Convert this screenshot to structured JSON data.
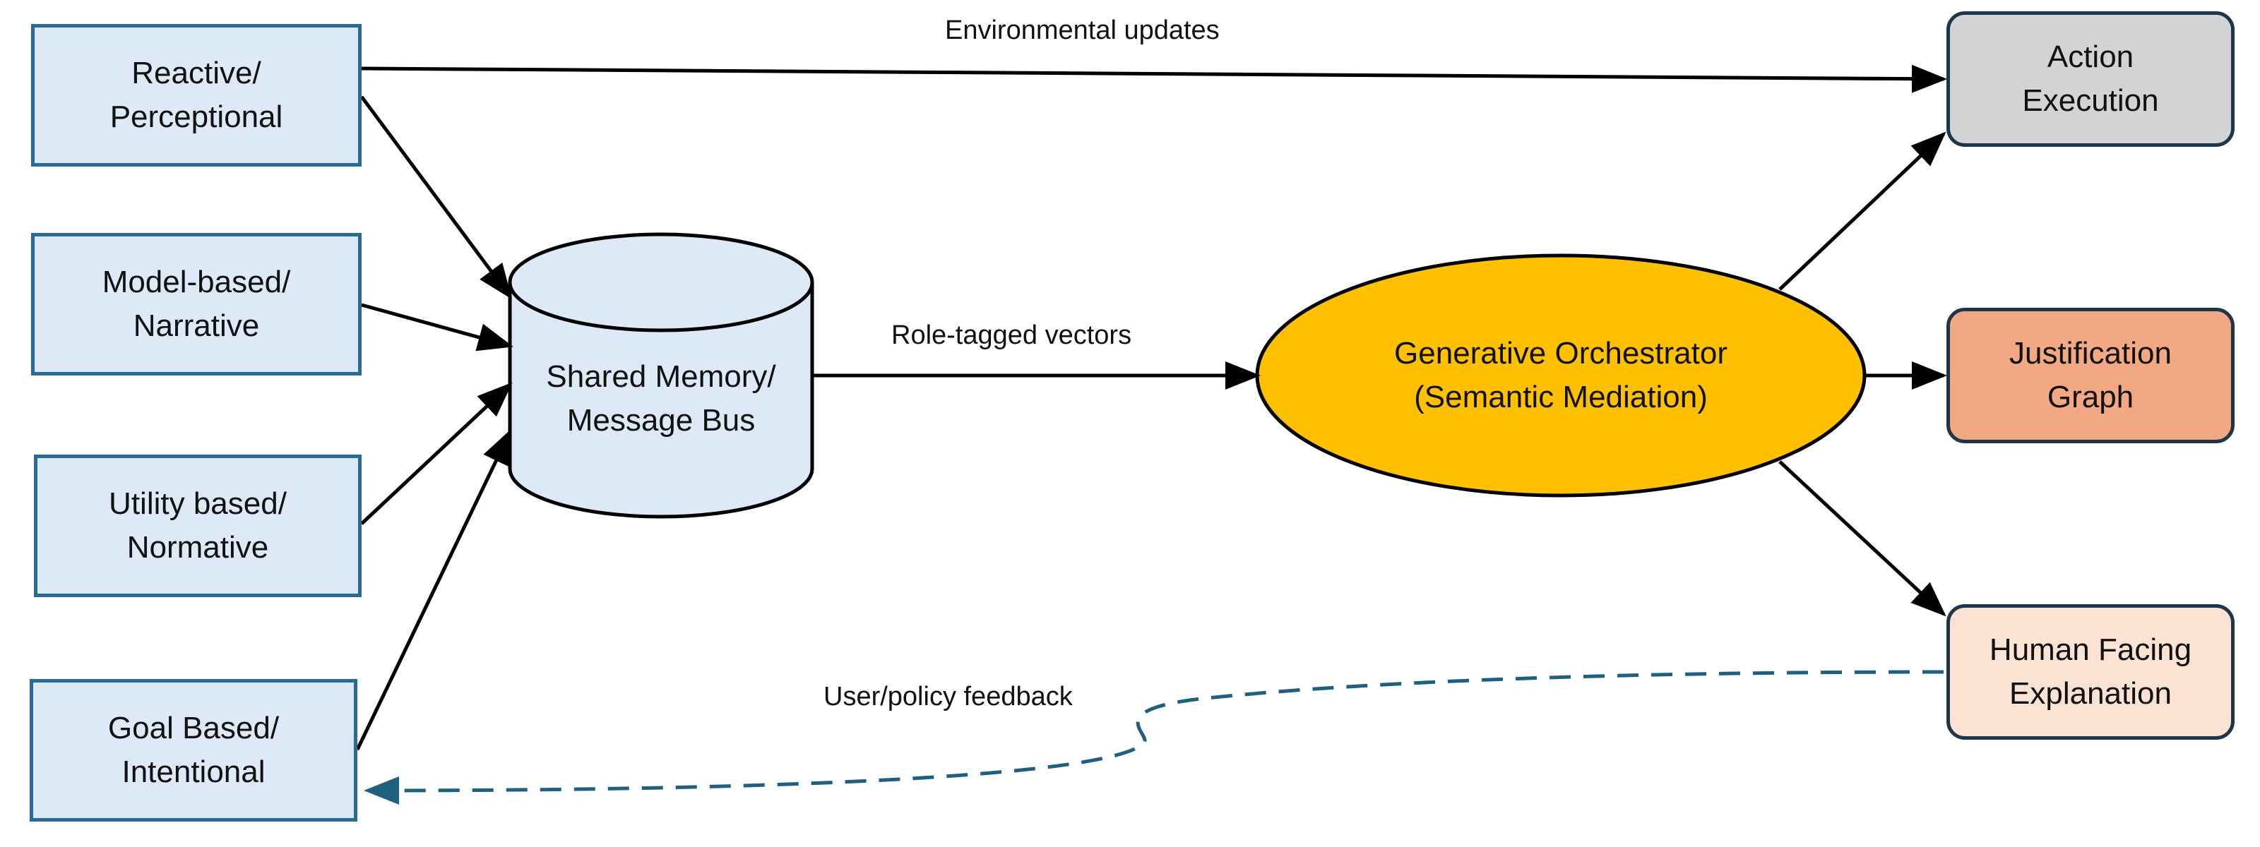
{
  "agents": [
    {
      "label": "Reactive/\nPerceptional"
    },
    {
      "label": "Model-based/\nNarrative"
    },
    {
      "label": "Utility based/\nNormative"
    },
    {
      "label": "Goal Based/\nIntentional"
    }
  ],
  "memory": {
    "label": "Shared Memory/\nMessage Bus"
  },
  "orchestrator": {
    "label": "Generative Orchestrator\n(Semantic Mediation)"
  },
  "outputs": [
    {
      "label": "Action\nExecution",
      "color": "#d3d3d3"
    },
    {
      "label": "Justification\nGraph",
      "color": "#f2a882"
    },
    {
      "label": "Human Facing\nExplanation",
      "color": "#fbe3d4"
    }
  ],
  "edge_labels": {
    "environmental": "Environmental updates",
    "role_tagged": "Role-tagged vectors",
    "feedback": "User/policy feedback"
  },
  "colors": {
    "agent_fill": "#dde9f6",
    "agent_border": "#2a6b95",
    "orchestrator_fill": "#ffc000",
    "arrow": "#000000",
    "feedback_arrow": "#1f5f7f"
  }
}
